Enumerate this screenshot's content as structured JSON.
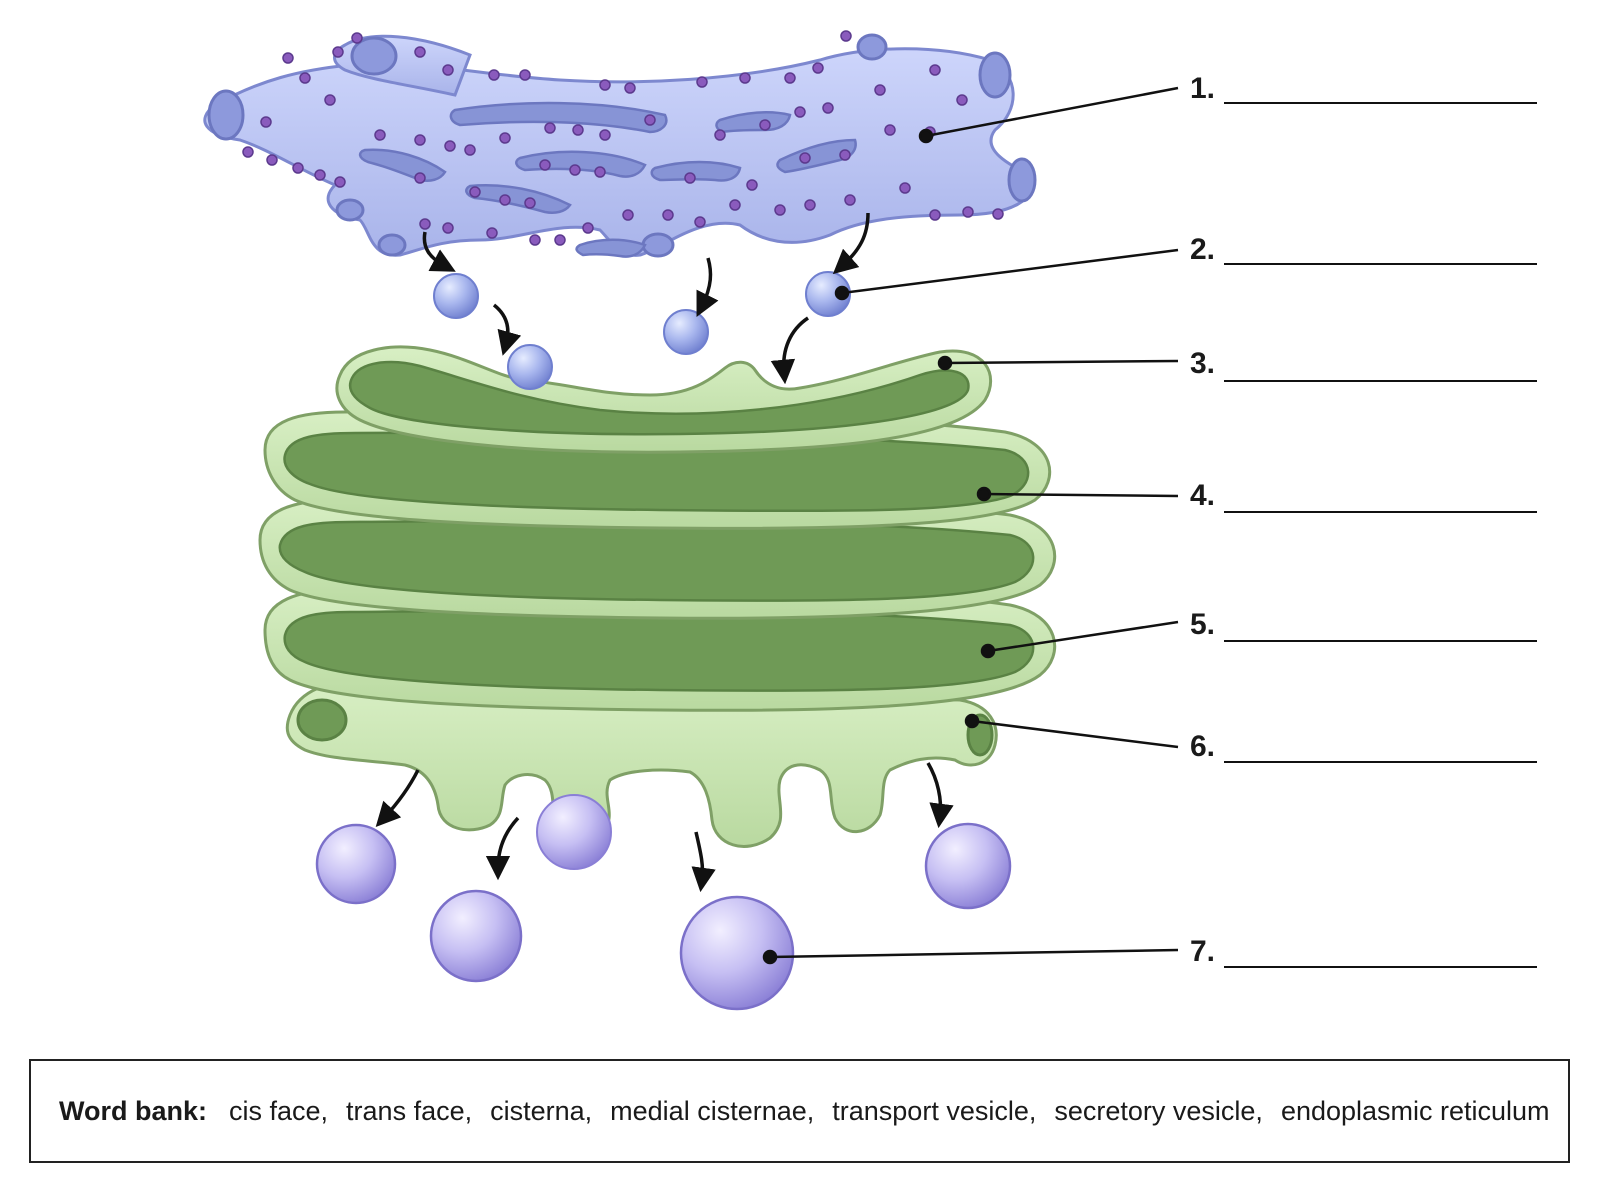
{
  "labels": [
    {
      "number": "1."
    },
    {
      "number": "2."
    },
    {
      "number": "3."
    },
    {
      "number": "4."
    },
    {
      "number": "5."
    },
    {
      "number": "6."
    },
    {
      "number": "7."
    }
  ],
  "word_bank": {
    "title": "Word bank:",
    "terms": [
      "cis face,",
      "trans face,",
      "cisterna,",
      "medial cisternae,",
      "transport vesicle,",
      "secretory vesicle,",
      "endoplasmic reticulum"
    ]
  },
  "colors": {
    "er_fill": "#b9c3f0",
    "er_stroke": "#7d88cf",
    "ribosome": "#8a5bbd",
    "golgi_fill": "#c9e5b3",
    "golgi_inner": "#6f9a56",
    "golgi_stroke": "#7fa066",
    "vesicle_small": "#a9b7ee",
    "vesicle_large": "#c6bff3"
  }
}
